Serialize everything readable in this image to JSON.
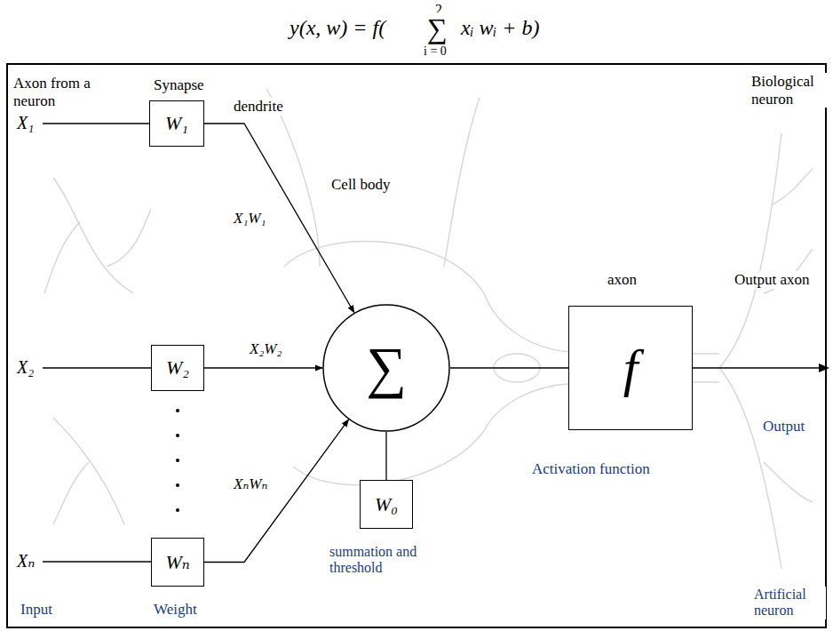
{
  "diagram": {
    "nodes": [
      {
        "text": [
          "W₁"
        ]
      },
      {
        "text": [
          "W₂"
        ]
      },
      {
        "text": [
          "Wₙ"
        ]
      },
      {
        "text": [
          "∑"
        ]
      },
      {
        "text": [
          "W₀"
        ]
      },
      {
        "text": [
          "f"
        ]
      }
    ],
    "edges": [
      {
        "from": 0,
        "to": 3,
        "arrow": "to",
        "label": "X₁W₁"
      },
      {
        "from": 1,
        "to": 3,
        "arrow": "to",
        "label": "X₂W₂"
      },
      {
        "from": 2,
        "to": 3,
        "arrow": "to",
        "label": "XₙWₙ"
      },
      {
        "from": 4,
        "to": 3,
        "arrow": "none"
      },
      {
        "from": 3,
        "to": 5,
        "arrow": "none"
      }
    ],
    "labels": [
      "y(x, w) = f(",
      "2",
      "∑",
      "i = 0",
      "xᵢ wᵢ + b)",
      "Axon from a neuron",
      "Synapse",
      "dendrite",
      "X₁",
      "X₂",
      "Xₙ",
      "Cell body",
      "axon",
      "Biological neuron",
      "Output axon",
      "Output",
      "Activation function",
      "Input",
      "Weight",
      "summation and threshold",
      "Artificial neuron"
    ]
  }
}
